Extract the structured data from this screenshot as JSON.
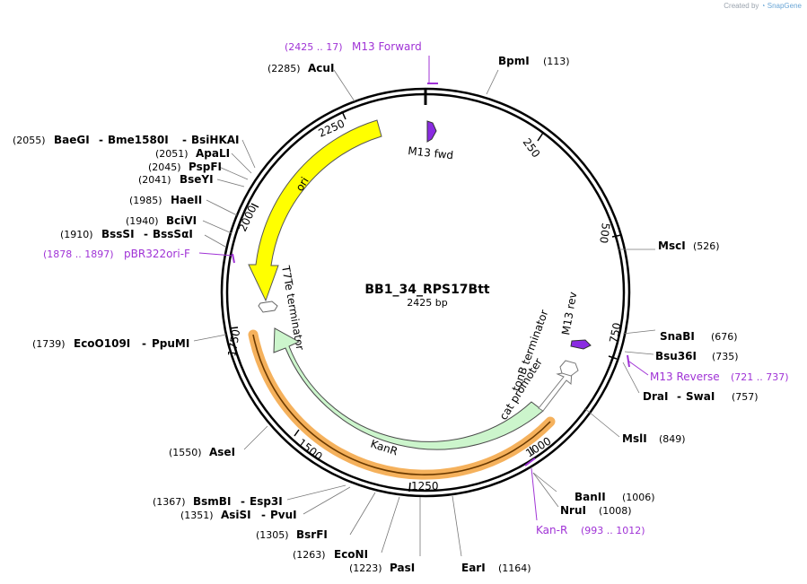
{
  "credit": {
    "prefix": "Created by",
    "brand": "SnapGene"
  },
  "plasmid": {
    "name": "BB1_34_RPS17Btt",
    "length_label": "2425 bp"
  },
  "ticks": [
    "250",
    "500",
    "750",
    "1000",
    "1250",
    "1500",
    "1750",
    "2000",
    "2250"
  ],
  "sites": [
    {
      "name": "BpmI",
      "pos": "(113)"
    },
    {
      "name": "MscI",
      "pos": "(526)"
    },
    {
      "name": "SnaBI",
      "pos": "(676)"
    },
    {
      "name": "Bsu36I",
      "pos": "(735)"
    },
    {
      "name": "DraI",
      "name2": "SwaI",
      "pos": "(757)"
    },
    {
      "name": "MslI",
      "pos": "(849)"
    },
    {
      "name": "BanII",
      "pos": "(1006)"
    },
    {
      "name": "NruI",
      "pos": "(1008)"
    },
    {
      "name": "EarI",
      "pos": "(1164)"
    },
    {
      "name": "PasI",
      "pos": "(1223)"
    },
    {
      "name": "EcoNI",
      "pos": "(1263)"
    },
    {
      "name": "BsrFI",
      "pos": "(1305)"
    },
    {
      "name": "AsiSI",
      "name2": "PvuI",
      "pos": "(1351)"
    },
    {
      "name": "BsmBI",
      "name2": "Esp3I",
      "pos": "(1367)"
    },
    {
      "name": "AseI",
      "pos": "(1550)"
    },
    {
      "name": "EcoO109I",
      "name2": "PpuMI",
      "pos": "(1739)"
    },
    {
      "name": "BssSI",
      "name2": "BssSαI",
      "pos": "(1910)"
    },
    {
      "name": "BciVI",
      "pos": "(1940)"
    },
    {
      "name": "HaeII",
      "pos": "(1985)"
    },
    {
      "name": "BseYI",
      "pos": "(2041)"
    },
    {
      "name": "PspFI",
      "pos": "(2045)"
    },
    {
      "name": "ApaLI",
      "pos": "(2051)"
    },
    {
      "name": "BaeGI",
      "name2": "Bme1580I",
      "name3": "BsiHKAI",
      "pos": "(2055)"
    },
    {
      "name": "AcuI",
      "pos": "(2285)"
    }
  ],
  "primers": [
    {
      "name": "M13 Forward",
      "range": "(2425 .. 17)"
    },
    {
      "name": "M13 Reverse",
      "range": "(721 .. 737)"
    },
    {
      "name": "Kan-R",
      "range": "(993 .. 1012)"
    },
    {
      "name": "pBR322ori-F",
      "range": "(1878 .. 1897)"
    }
  ],
  "features": {
    "m13fwd": "M13 fwd",
    "m13rev": "M13 rev",
    "tonb": "tonB terminator",
    "cat": "cat promoter",
    "kanr": "KanR",
    "t7te": "T7Te terminator",
    "ori": "ori"
  },
  "colors": {
    "primer": "#a033d6",
    "ori": "#ffff00",
    "kanr": "#ccf5cc",
    "orf": "#f3a340",
    "small_feature": "#8a2be2"
  }
}
